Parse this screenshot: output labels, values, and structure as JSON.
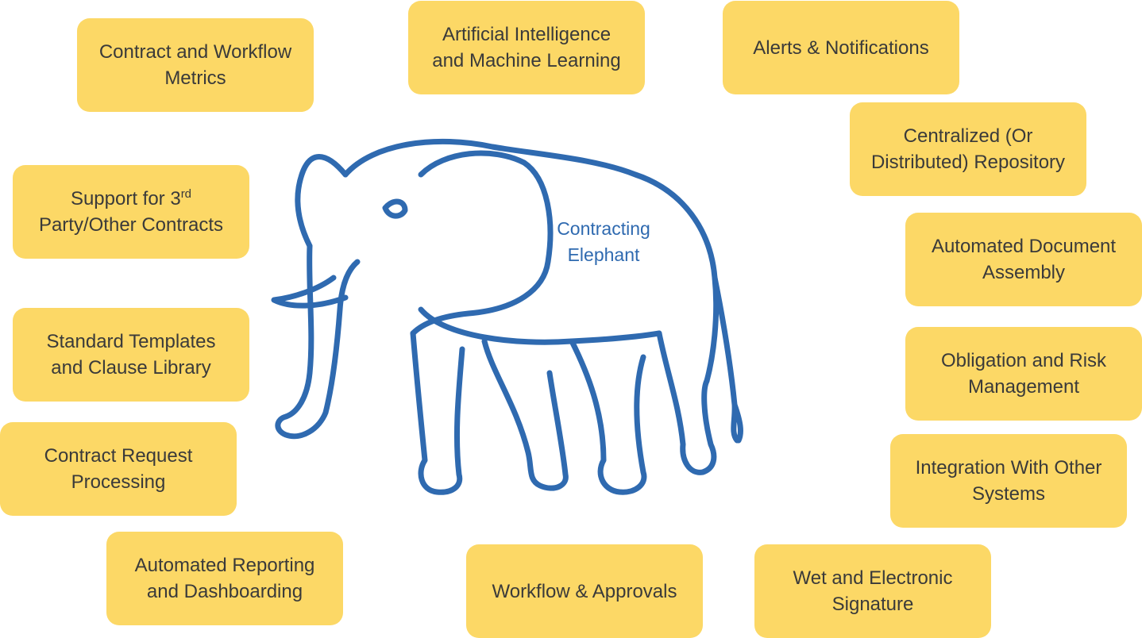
{
  "center": {
    "label": "Contracting\nElephant"
  },
  "features": {
    "contract_workflow_metrics": "Contract and Workflow\nMetrics",
    "ai_ml": "Artificial Intelligence\nand Machine Learning",
    "alerts": "Alerts & Notifications",
    "repository": "Centralized (Or\nDistributed) Repository",
    "third_party_pre": "Support for 3",
    "third_party_sup": "rd",
    "third_party_post": "\nParty/Other Contracts",
    "doc_assembly": "Automated Document\nAssembly",
    "templates": "Standard Templates\nand Clause Library",
    "obligation": "Obligation and Risk\nManagement",
    "request_processing": "Contract Request\nProcessing",
    "integration": "Integration With Other\nSystems",
    "reporting": "Automated Reporting\nand Dashboarding",
    "workflow": "Workflow & Approvals",
    "signature": "Wet and Electronic\nSignature"
  },
  "colors": {
    "box": "#fcd866",
    "elephant_line": "#2f6ab0",
    "text": "#3a3a3a"
  },
  "icons": {
    "center": "elephant-outline-icon"
  }
}
